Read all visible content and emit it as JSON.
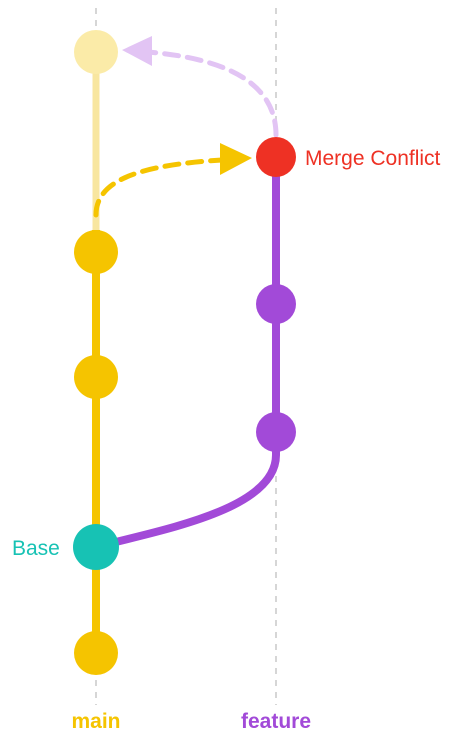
{
  "labels": {
    "merge_conflict": "Merge Conflict",
    "base": "Base",
    "main": "main",
    "feature": "feature"
  },
  "colors": {
    "main": "#f5c400",
    "main_faded": "#fbeba8",
    "main_faded_line": "#f8e6a0",
    "feature": "#a24ad8",
    "feature_faded": "#e2c4f4",
    "base": "#17c2b4",
    "conflict": "#ee3124",
    "guide": "#d6d6d6"
  },
  "branches": [
    {
      "id": "main",
      "name": "main",
      "color": "#f5c400"
    },
    {
      "id": "feature",
      "name": "feature",
      "color": "#a24ad8"
    }
  ],
  "commits": [
    {
      "id": "main-1",
      "branch": "main",
      "label": ""
    },
    {
      "id": "base",
      "branch": "main",
      "label": "Base"
    },
    {
      "id": "main-2",
      "branch": "main",
      "label": ""
    },
    {
      "id": "main-3",
      "branch": "main",
      "label": ""
    },
    {
      "id": "main-pending",
      "branch": "main",
      "label": "",
      "state": "pending"
    },
    {
      "id": "feature-1",
      "branch": "feature",
      "label": ""
    },
    {
      "id": "feature-2",
      "branch": "feature",
      "label": ""
    },
    {
      "id": "merge-conflict",
      "branch": "feature",
      "label": "Merge Conflict",
      "state": "conflict"
    }
  ],
  "arrows": [
    {
      "from": "main-3",
      "to": "merge-conflict",
      "style": "dashed",
      "color": "#f5c400"
    },
    {
      "from": "merge-conflict",
      "to": "main-pending",
      "style": "dashed",
      "color": "#e2c4f4"
    }
  ]
}
